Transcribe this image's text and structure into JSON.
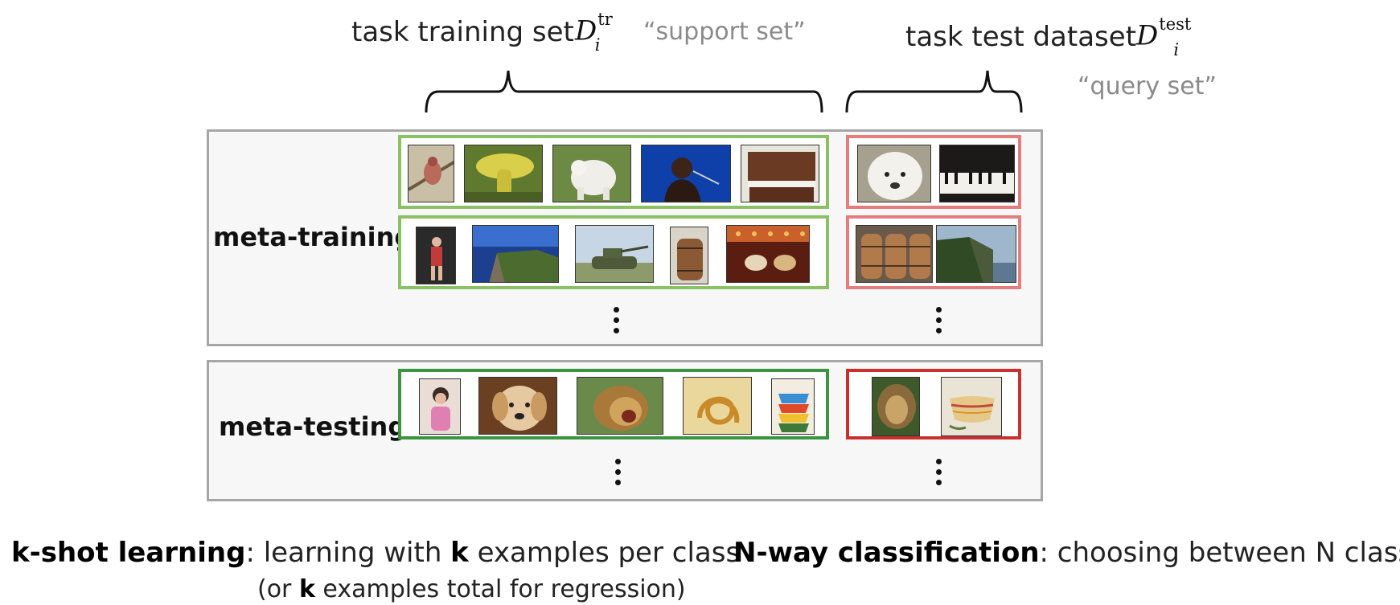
{
  "header": {
    "train_set_label": "task training set",
    "train_set_symbol": "D",
    "train_set_sup": "tr",
    "train_set_sub": "i",
    "support_note": "“support set”",
    "test_set_label": "task test dataset",
    "test_set_symbol": "D",
    "test_set_sup": "test",
    "test_set_sub": "i",
    "query_note": "“query set”"
  },
  "panels": {
    "meta_training_label": "meta-training",
    "meta_testing_label": "meta-testing"
  },
  "footer": {
    "kshot_term": "k-shot learning",
    "kshot_desc_1": ": learning with ",
    "kshot_k": "k",
    "kshot_desc_2": " examples per class",
    "kshot_line2_a": "(or ",
    "kshot_line2_k": "k",
    "kshot_line2_b": " examples total for regression)",
    "nway_term": "N-way classification",
    "nway_desc": ": choosing between N classes"
  },
  "colors": {
    "support_border": "#8bc165",
    "support_border_test": "#3a9440",
    "query_border": "#e57d7d",
    "query_border_test": "#c9312f",
    "panel_border": "#a6a6a6"
  },
  "images": {
    "row1_support": [
      "bird-photo",
      "mushroom-photo",
      "white-dog-photo",
      "singer-photo",
      "piano-photo"
    ],
    "row1_query": [
      "white-dog-closeup-photo",
      "piano-keys-photo"
    ],
    "row2_support": [
      "gymnast-photo",
      "sea-cliff-photo",
      "tank-photo",
      "barrel-photo",
      "carousel-photo"
    ],
    "row2_query": [
      "barrels-photo",
      "cliffs-photo"
    ],
    "test_support": [
      "girl-photo",
      "golden-dog-photo",
      "lion-roar-photo",
      "pretzel-photo",
      "bowls-photo"
    ],
    "test_query": [
      "lion-photo",
      "bowl-photo"
    ]
  }
}
